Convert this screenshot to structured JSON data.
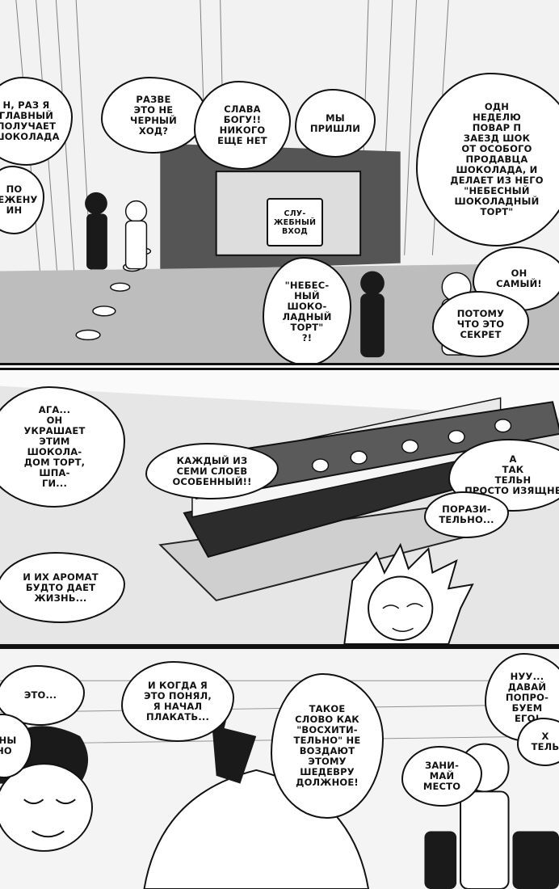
{
  "panels": {
    "top": {
      "bubbles": {
        "b1": "Н, РАЗ Я\nГЛАВНЫЙ\nПОЛУЧАЕТ\nШОКОЛАДА",
        "b2": "ПО\nВЕЖЕНУ\nИН",
        "b3": "РАЗВЕ\nЭТО НЕ\nЧЕРНЫЙ\nХОД?",
        "b4": "СЛАВА\nБОГУ!!\nНИКОГО\nЕЩЕ НЕТ",
        "b5": "МЫ\nПРИШЛИ",
        "b6": "ОДН\nНЕДЕЛЮ\nПОВАР П\nЗАЕЗД ШОК\nОТ ОСОБОГО\nПРОДАВЦА\nШОКОЛАДА, И\nДЕЛАЕТ ИЗ НЕГО\n\"НЕБЕСНЫЙ\nШОКОЛАДНЫЙ\nТОРТ\"",
        "b7": "\"НЕБЕС-\nНЫЙ\nШОКО-\nЛАДНЫЙ\nТОРТ\"\n?!",
        "b8": "ОН\nСАМЫЙ!",
        "b9": "ПОТОМУ\nЧТО ЭТО\nСЕКРЕТ"
      },
      "sign": "СЛУ-\nЖЕБНЫЙ\nВХОД"
    },
    "middle": {
      "bubbles": {
        "b1": "АГА...\nОН\nУКРАШАЕТ\nЭТИМ\nШОКОЛА-\nДОМ ТОРТ,\nШПА-\nГИ...",
        "b2": "КАЖДЫЙ ИЗ\nСЕМИ СЛОЕВ\nОСОБЕННЫЙ!!",
        "b3": "А\nТАК\nТЕЛЬН\nПРОСТО ИЗЯЩНЕ",
        "b4": "ПОРАЗИ-\nТЕЛЬНО...",
        "b5": "И ИХ АРОМАТ\nБУДТО ДАЕТ\nЖИЗНЬ..."
      }
    },
    "bottom": {
      "bubbles": {
        "b1": "ЭТО...",
        "b2": "И КОГДА Я\nЭТО ПОНЯЛ,\nЯ НАЧАЛ\nПЛАКАТЬ...",
        "b3": "ВНЫ\nНО",
        "b4": "ТАКОЕ\nСЛОВО КАК\n\"ВОСХИТИ-\nТЕЛЬНО\" НЕ\nВОЗДАЮТ\nЭТОМУ\nШЕДЕВРУ\nДОЛЖНОЕ!",
        "b5": "НУУ...\nДАВАЙ\nПОПРО-\nБУЕМ\nЕГО!",
        "b6": "Х\nТЕЛЬ",
        "b7": "ЗАНИ-\nМАЙ\nМЕСТО"
      }
    }
  }
}
